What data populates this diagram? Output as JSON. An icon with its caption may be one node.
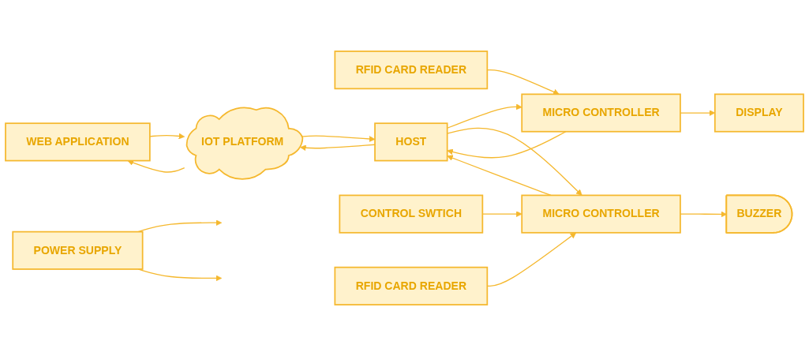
{
  "diagram": {
    "nodes": [
      {
        "text": [
          "DISPLAY"
        ]
      },
      {
        "text": [
          "WEB APPLICATION"
        ]
      },
      {
        "text": [
          "CONTROL SWTICH"
        ]
      },
      {
        "text": [
          "RFID CARD READER"
        ]
      },
      {
        "text": [
          "MICRO CONTROLLER"
        ]
      },
      {
        "text": [
          "IOT PLATFORM"
        ]
      },
      {
        "text": [
          "RFID CARD READER"
        ]
      },
      {
        "text": [
          "MICRO CONTROLLER"
        ]
      },
      {
        "text": [
          "HOST"
        ]
      },
      {
        "text": [
          "BUZZER"
        ]
      },
      {
        "text": [
          "POWER SUPPLY"
        ]
      }
    ],
    "edges": [
      {
        "from": 4,
        "to": 0,
        "arrow": "to"
      },
      {
        "from": 3,
        "to": 4,
        "arrow": "to"
      },
      {
        "from": 1,
        "to": 5,
        "arrow": "to"
      },
      {
        "from": 5,
        "to": 1,
        "arrow": "to"
      },
      {
        "from": 2,
        "to": 7,
        "arrow": "to"
      },
      {
        "from": 6,
        "to": 7,
        "arrow": "to"
      },
      {
        "from": 8,
        "to": 5,
        "arrow": "to"
      },
      {
        "from": 5,
        "to": 8,
        "arrow": "to"
      },
      {
        "from": 4,
        "to": 8,
        "arrow": "to"
      },
      {
        "from": 8,
        "to": 4,
        "arrow": "to"
      },
      {
        "from": 8,
        "to": 7,
        "arrow": "to"
      },
      {
        "from": 7,
        "to": 8,
        "arrow": "to"
      },
      {
        "from": 7,
        "to": 9,
        "arrow": "to"
      },
      {
        "from": 10,
        "to": null,
        "arrow": "to"
      },
      {
        "from": 10,
        "to": null,
        "arrow": "to"
      }
    ]
  }
}
